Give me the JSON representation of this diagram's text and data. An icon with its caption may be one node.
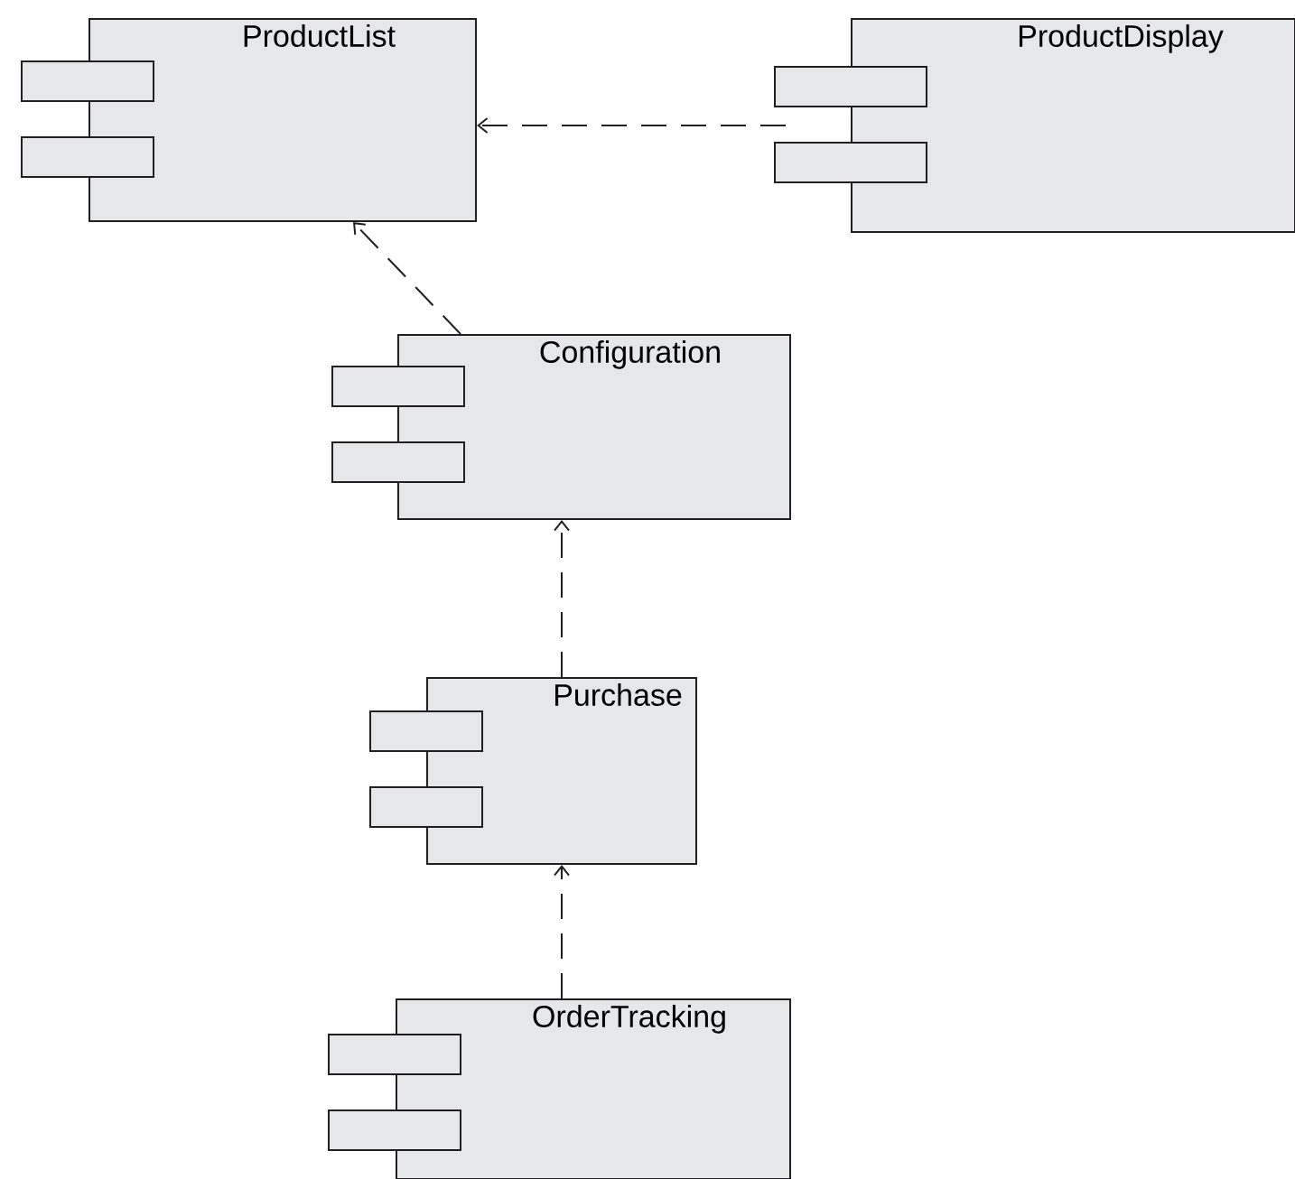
{
  "diagram": {
    "nodes": [
      {
        "text": [
          "ProductList"
        ]
      },
      {
        "text": [
          "ProductDisplay"
        ]
      },
      {
        "text": [
          "Configuration"
        ]
      },
      {
        "text": [
          "Purchase"
        ]
      },
      {
        "text": [
          "OrderTracking"
        ]
      }
    ],
    "edges": [
      {
        "from": 1,
        "to": 0,
        "arrow": "to",
        "style": "dashed"
      },
      {
        "from": 2,
        "to": 0,
        "arrow": "to",
        "style": "dashed"
      },
      {
        "from": 3,
        "to": 2,
        "arrow": "to",
        "style": "dashed"
      },
      {
        "from": 4,
        "to": 3,
        "arrow": "to",
        "style": "dashed"
      }
    ]
  }
}
